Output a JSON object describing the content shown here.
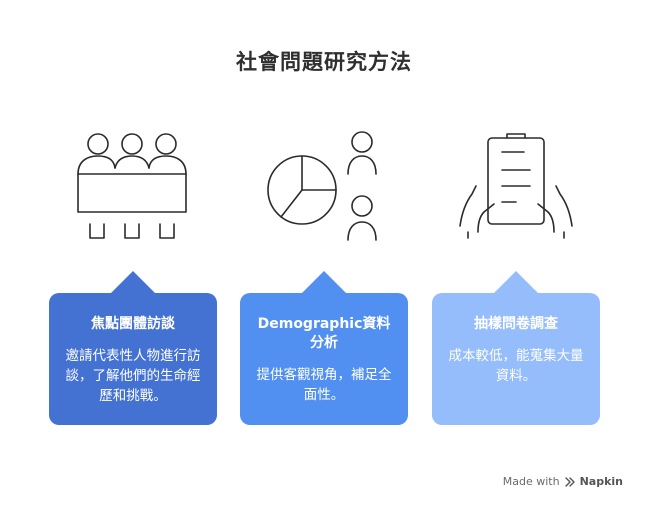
{
  "title": "社會問題研究方法",
  "cards": [
    {
      "title": "焦點團體訪談",
      "description": "邀請代表性人物進行訪談，了解他們的生命經歷和挑戰。",
      "icon": "group-people-icon",
      "color": "#4472d2"
    },
    {
      "title": "Demographic資料分析",
      "description": "提供客觀視角，補足全面性。",
      "icon": "pie-chart-people-icon",
      "color": "#5190f0"
    },
    {
      "title": "抽樣問卷調查",
      "description": "成本較低，能蒐集大量資料。",
      "icon": "clipboard-hands-icon",
      "color": "#95bcfb"
    }
  ],
  "footer": {
    "prefix": "Made with",
    "brand": "Napkin",
    "icon": "napkin-logo-icon"
  }
}
